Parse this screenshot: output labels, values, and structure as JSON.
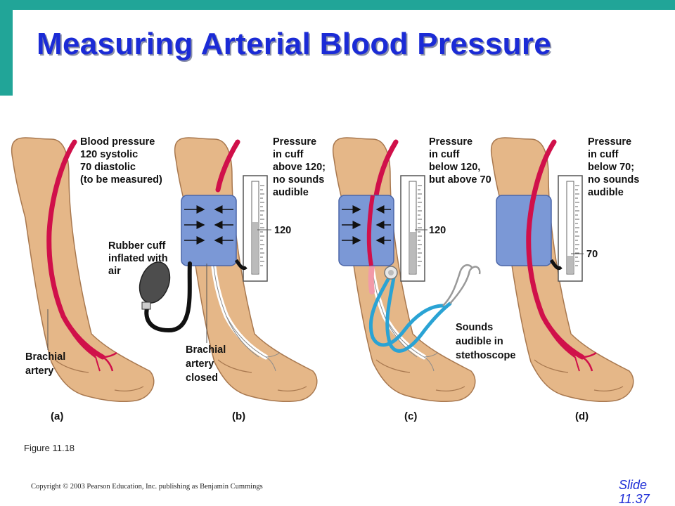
{
  "title": "Measuring Arterial Blood Pressure",
  "panels": {
    "a": {
      "tag": "(a)",
      "note_lines": [
        "Blood pressure",
        "120 systolic",
        "70 diastolic",
        "(to be measured)"
      ],
      "artery_lines": [
        "Brachial",
        "artery"
      ]
    },
    "b": {
      "tag": "(b)",
      "note_lines": [
        "Pressure",
        "in cuff",
        "above 120;",
        "no sounds",
        "audible"
      ],
      "gauge": "120",
      "cuff_lines": [
        "Rubber cuff",
        "inflated with",
        "air"
      ],
      "artery_lines": [
        "Brachial",
        "artery",
        "closed"
      ]
    },
    "c": {
      "tag": "(c)",
      "note_lines": [
        "Pressure",
        "in cuff",
        "below 120,",
        "but above 70"
      ],
      "gauge": "120",
      "sound_lines": [
        "Sounds",
        "audible in",
        "stethoscope"
      ]
    },
    "d": {
      "tag": "(d)",
      "note_lines": [
        "Pressure",
        "in cuff",
        "below 70;",
        "no sounds",
        "audible"
      ],
      "gauge": "70"
    }
  },
  "figure_label": "Figure 11.18",
  "copyright": "Copyright © 2003 Pearson Education, Inc. publishing as Benjamin Cummings",
  "slide_label": "Slide",
  "slide_number": "11.37",
  "colors": {
    "accent_bar": "#21a598",
    "title": "#1b2bd6",
    "skin": "#e5b788",
    "artery": "#d0104a",
    "cuff": "#7b98d6",
    "tube": "#2aa3d4"
  }
}
